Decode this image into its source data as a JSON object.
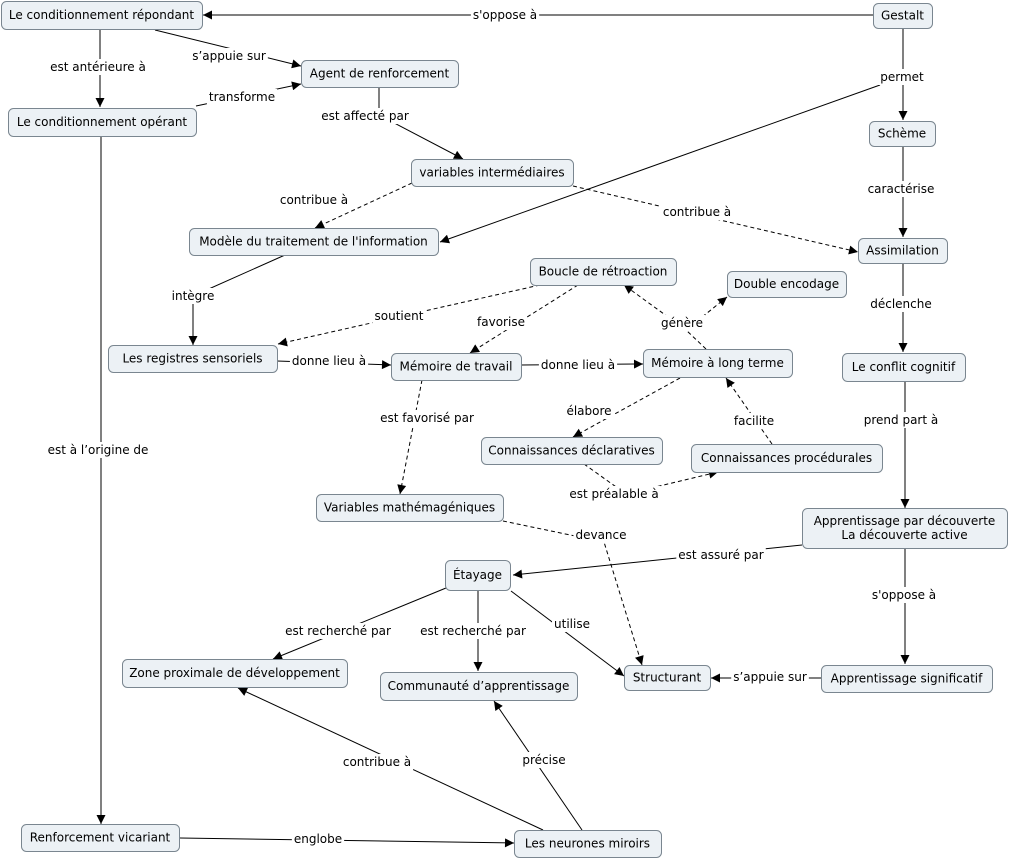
{
  "nodes": {
    "cond_rep": "Le conditionnement répondant",
    "gestalt": "Gestalt",
    "agent": "Agent de renforcement",
    "cond_op": "Le conditionnement opérant",
    "scheme": "Schème",
    "var_int": "variables intermédiaires",
    "modele": "Modèle du traitement de l'information",
    "assim": "Assimilation",
    "boucle": "Boucle de rétroaction",
    "double": "Double encodage",
    "registres": "Les registres sensoriels",
    "mt": "Mémoire de travail",
    "mlt": "Mémoire à long terme",
    "conflit": "Le conflit cognitif",
    "decl": "Connaissances déclaratives",
    "proc": "Connaissances procédurales",
    "varmath": "Variables mathémagéniques",
    "app_dec": [
      "Apprentissage par découverte",
      "La découverte active"
    ],
    "etayage": "Étayage",
    "zpd": "Zone proximale de développement",
    "communaute": "Communauté d’apprentissage",
    "structurant": "Structurant",
    "app_sig": "Apprentissage significatif",
    "renf_vic": "Renforcement vicariant",
    "neurones": "Les neurones miroirs"
  },
  "links": {
    "oppose1": "s'oppose à",
    "appuie1": "s’appuie sur",
    "anterieure": "est antérieure à",
    "transforme": "transforme",
    "permet": "permet",
    "affecte": "est affecté par",
    "caracterise": "caractérise",
    "contribue1": "contribue à",
    "contribue2": "contribue à",
    "integre": "intègre",
    "soutient": "soutient",
    "favorise": "favorise",
    "genere": "génère",
    "declenche": "déclenche",
    "donne1": "donne lieu à",
    "donne2": "donne lieu à",
    "elabore": "élabore",
    "facilite": "facilite",
    "favorise_par": "est favorisé par",
    "prealable": "est préalable à",
    "prend_part": "prend part à",
    "origine": "est à l’origine de",
    "devance": "devance",
    "assure": "est assuré par",
    "oppose2": "s'oppose à",
    "recherche1": "est recherché par",
    "recherche2": "est recherché par",
    "utilise": "utilise",
    "appuie2": "s’appuie sur",
    "contribue3": "contribue à",
    "precise": "précise",
    "englobe": "englobe"
  }
}
